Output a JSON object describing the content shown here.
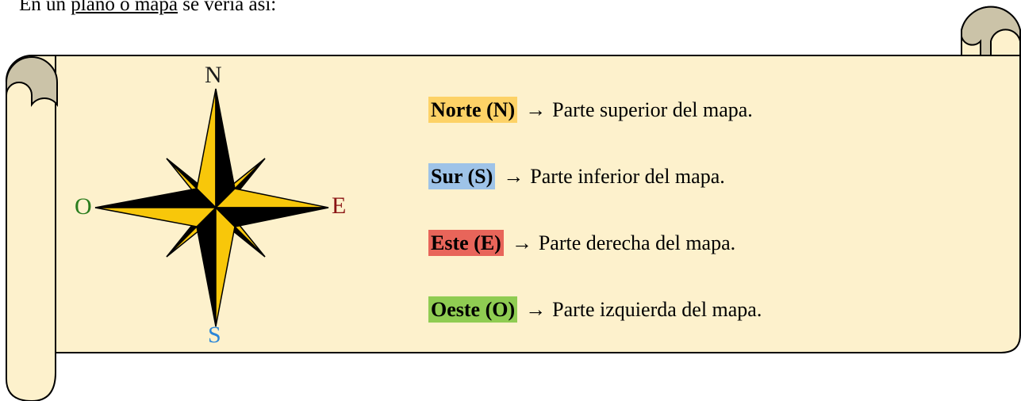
{
  "intro": {
    "prefix": "En un ",
    "link": "plano o mapa",
    "suffix": " se vería así:"
  },
  "compass": {
    "north": "N",
    "south": "S",
    "east": "E",
    "west": "O"
  },
  "colors": {
    "parchment": "#fdf1cc",
    "curl": "#cbc3a8",
    "star_yellow": "#f8c70a",
    "north_label": "#1a1a1a",
    "south_label": "#2a86d8",
    "east_label": "#8a1414",
    "west_label": "#2b7d1e"
  },
  "legend": [
    {
      "label": "Norte (N)",
      "arrow": "→",
      "text": "Parte superior del mapa.",
      "color": "#fdd266"
    },
    {
      "label": "Sur (S)",
      "arrow": "→",
      "text": "Parte inferior del mapa.",
      "color": "#9ec3e8"
    },
    {
      "label": "Este (E)",
      "arrow": "→",
      "text": "Parte derecha del mapa.",
      "color": "#e8655a"
    },
    {
      "label": "Oeste (O)",
      "arrow": "→",
      "text": "Parte izquierda del mapa.",
      "color": "#8fcc52"
    }
  ]
}
